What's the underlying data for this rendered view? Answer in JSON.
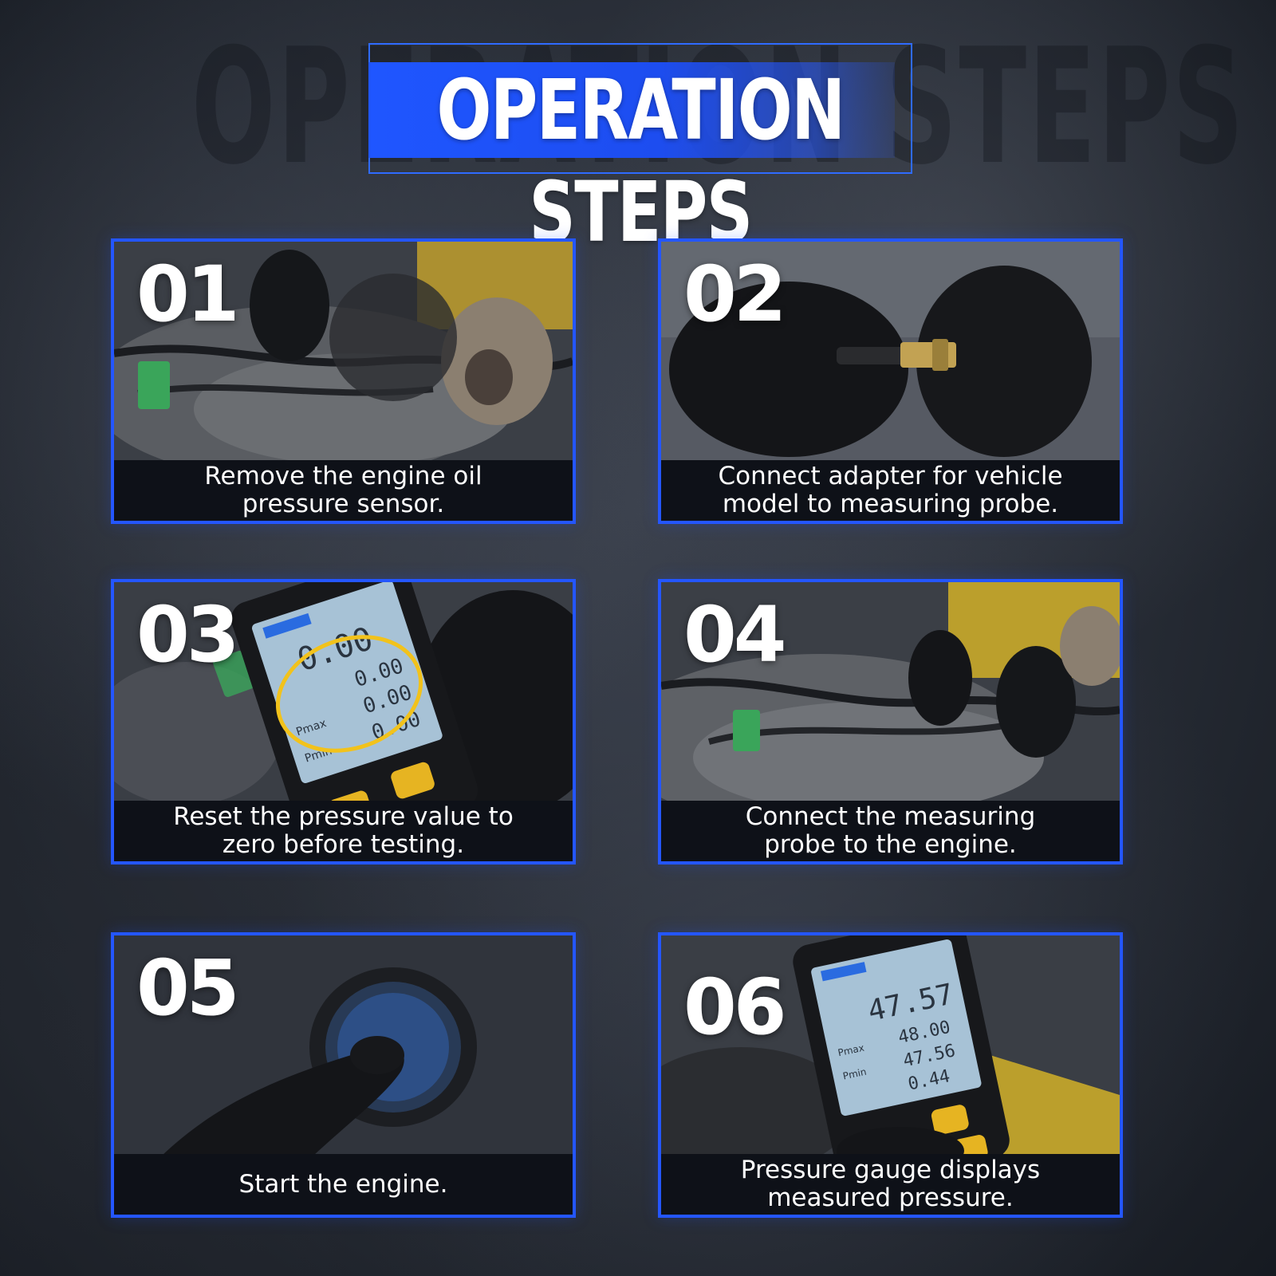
{
  "header": {
    "title": "OPERATION STEPS"
  },
  "colors": {
    "accent": "#2456ff",
    "title_bar": "#1f56ff",
    "caption_bg": "#0e1118",
    "text": "#ffffff",
    "highlight_ring": "#f2c21b"
  },
  "steps": [
    {
      "number": "01",
      "caption": "Remove the engine oil\npressure sensor.",
      "photo": "engine-sensor-removal"
    },
    {
      "number": "02",
      "caption": "Connect adapter for vehicle\nmodel to measuring probe.",
      "photo": "adapter-probe-connection"
    },
    {
      "number": "03",
      "caption": "Reset the pressure value to\nzero before testing.",
      "photo": "pressure-gauge-reset",
      "gauge": {
        "readings": [
          "0.00",
          "0.00",
          "0.00",
          "0.00"
        ],
        "labels": [
          "Pmax",
          "Pmin"
        ]
      }
    },
    {
      "number": "04",
      "caption": "Connect the measuring\nprobe to the engine.",
      "photo": "probe-engine-connection"
    },
    {
      "number": "05",
      "caption": "Start the engine.",
      "photo": "engine-start-button"
    },
    {
      "number": "06",
      "caption": "Pressure gauge displays\nmeasured pressure.",
      "photo": "pressure-gauge-reading",
      "gauge": {
        "readings": [
          "47.57",
          "48.00",
          "47.56",
          "0.44"
        ],
        "labels": [
          "Pmax",
          "Pmin"
        ]
      }
    }
  ]
}
